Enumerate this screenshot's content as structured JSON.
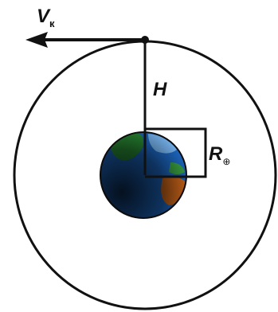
{
  "labels": {
    "velocity_symbol": "V",
    "velocity_subscript": "к",
    "height": "H",
    "radius_symbol": "R",
    "radius_subscript": "⊕"
  },
  "colors": {
    "line": "#111111",
    "ocean": "#1f6fd1",
    "land_green": "#2e9a3a",
    "land_orange": "#e0701c",
    "shadow": "#0c0c0c"
  }
}
